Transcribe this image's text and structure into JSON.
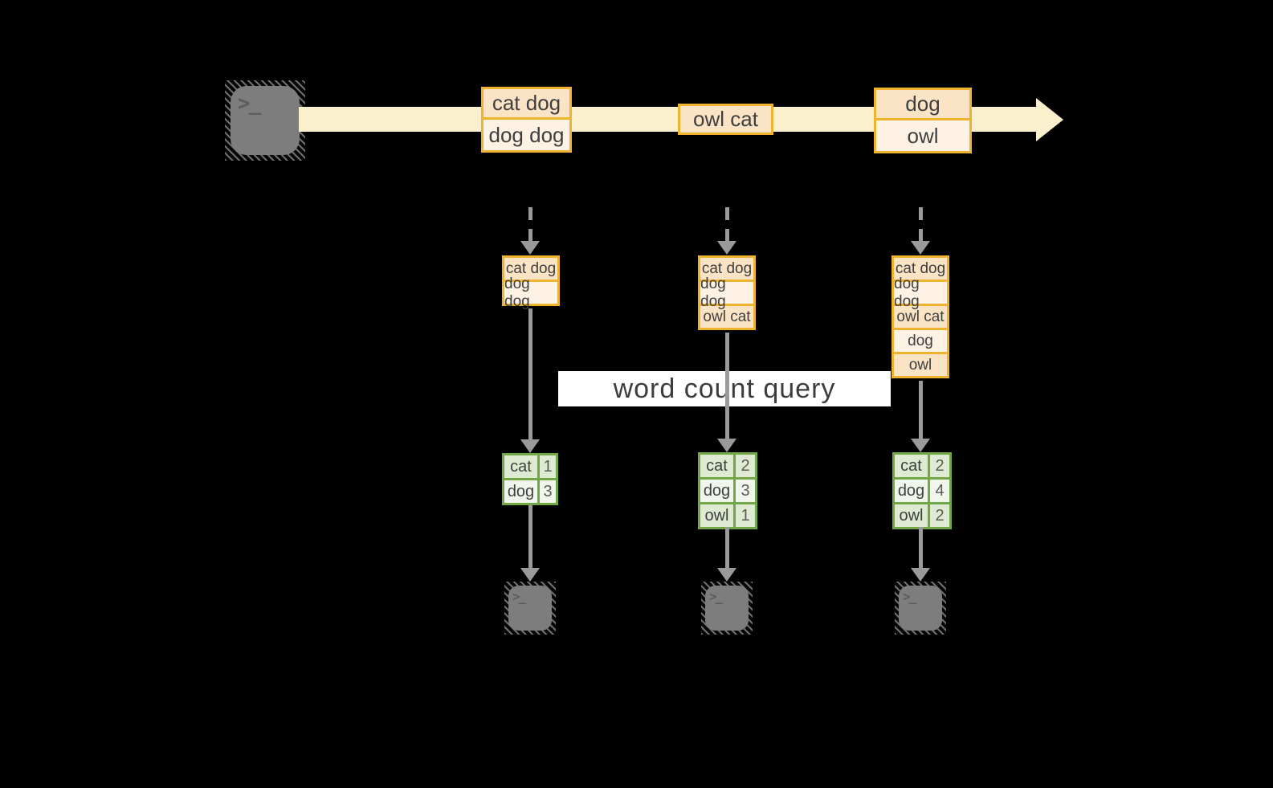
{
  "query_label": "word count query",
  "stream": {
    "batches": [
      {
        "rows": [
          "cat dog",
          "dog dog"
        ]
      },
      {
        "rows": [
          "owl cat"
        ]
      },
      {
        "rows": [
          "dog",
          "owl"
        ]
      }
    ]
  },
  "columns": [
    {
      "state_rows": [
        "cat dog",
        "dog dog"
      ],
      "counts": [
        {
          "word": "cat",
          "count": "1"
        },
        {
          "word": "dog",
          "count": "3"
        }
      ]
    },
    {
      "state_rows": [
        "cat dog",
        "dog dog",
        "owl cat"
      ],
      "counts": [
        {
          "word": "cat",
          "count": "2"
        },
        {
          "word": "dog",
          "count": "3"
        },
        {
          "word": "owl",
          "count": "1"
        }
      ]
    },
    {
      "state_rows": [
        "cat dog",
        "dog dog",
        "owl cat",
        "dog",
        "owl"
      ],
      "counts": [
        {
          "word": "cat",
          "count": "2"
        },
        {
          "word": "dog",
          "count": "4"
        },
        {
          "word": "owl",
          "count": "2"
        }
      ]
    }
  ],
  "icons": {
    "source": "terminal-icon",
    "outputs": [
      "terminal-icon",
      "terminal-icon",
      "terminal-icon"
    ]
  },
  "colors": {
    "background": "#000000",
    "stream_arrow": "#faf0cd",
    "record_border": "#f0b32e",
    "record_fill_dark": "#fbe3c5",
    "record_fill_light": "#fdf2e4",
    "table_border": "#71a845",
    "table_fill_dark": "#deebd2",
    "table_fill_light": "#f1f6ec",
    "flow_arrow": "#9a9a9a",
    "terminal_gray": "#7d7d7d",
    "query_band": "#ffffff",
    "text": "#3f3f3f"
  }
}
